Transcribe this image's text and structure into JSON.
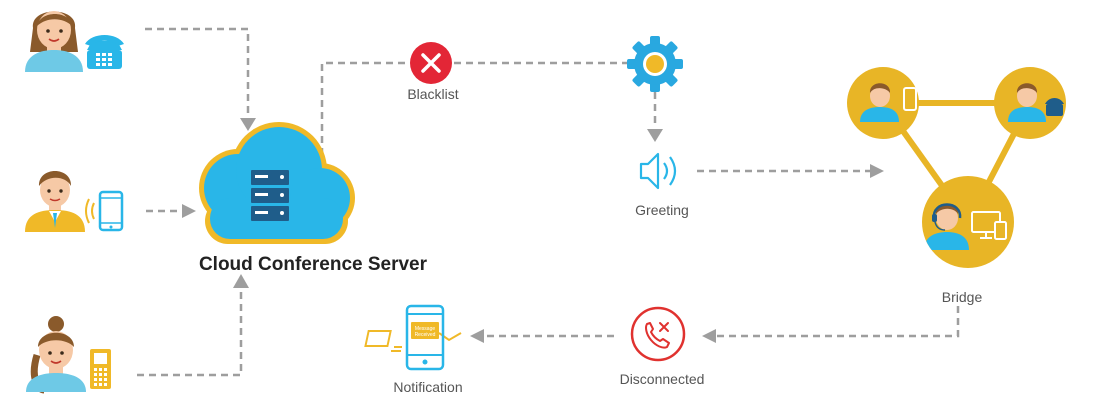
{
  "diagram": {
    "server_label": "Cloud Conference Server",
    "blacklist_label": "Blacklist",
    "greeting_label": "Greeting",
    "bridge_label": "Bridge",
    "disconnected_label": "Disconnected",
    "notification_label": "Notification",
    "phone_screen_text_1": "Message",
    "phone_screen_text_2": "Received"
  },
  "colors": {
    "connector": "#9e9e9e",
    "cloud": "#29b6e8",
    "cloud_outline": "#f0b928",
    "server": "#1f5d8a",
    "blacklist_red": "#e32636",
    "gear": "#29a8e0",
    "bridge_gold": "#e8b526",
    "disconnect_red": "#e0322f",
    "notify_blue": "#29b6e8",
    "envelope": "#f0b928"
  },
  "icons": {
    "caller_1": "woman-avatar-icon",
    "caller_1_device": "desk-phone-icon",
    "caller_2": "man-avatar-icon",
    "caller_2_device": "smartphone-icon",
    "caller_3": "woman-avatar-icon",
    "caller_3_device": "mobile-phone-icon",
    "blacklist": "x-circle-icon",
    "gear": "gear-icon",
    "greeting": "speaker-icon",
    "disconnected": "phone-hangup-icon",
    "notification": "phone-notification-icon",
    "envelope": "envelope-icon"
  }
}
